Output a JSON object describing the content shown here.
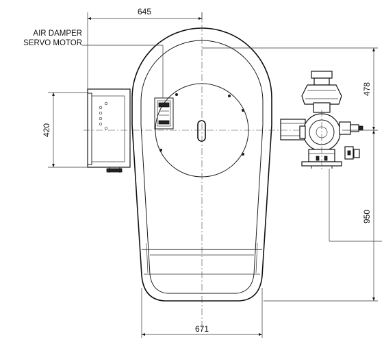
{
  "labels": {
    "damper_line1": "AIR DAMPER",
    "damper_line2": "SERVO MOTOR"
  },
  "dimensions": {
    "top_width": "645",
    "side_height": "420",
    "right_upper": "478",
    "right_lower": "950",
    "bottom_width": "671"
  }
}
